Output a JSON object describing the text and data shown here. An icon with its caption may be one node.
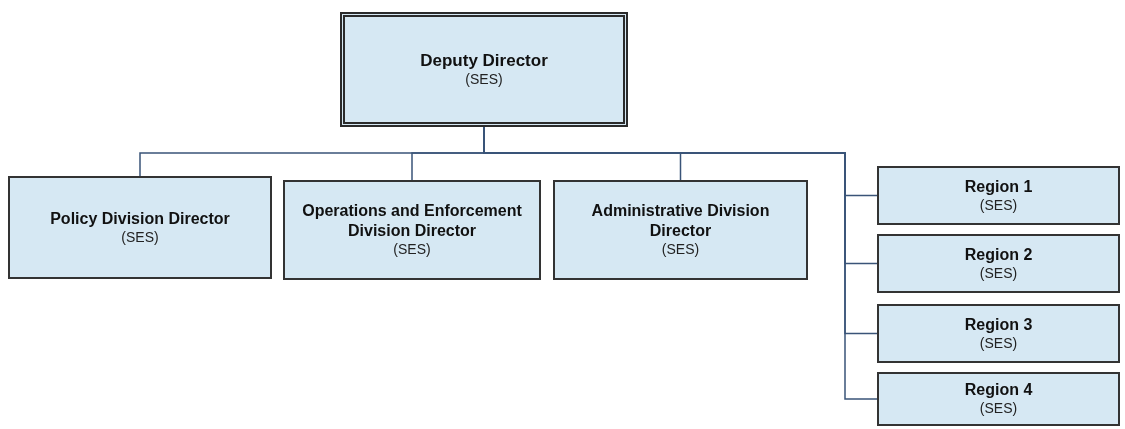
{
  "diagram": {
    "nodes": [
      {
        "text": [
          "Deputy Director",
          "(SES)"
        ]
      },
      {
        "text": [
          "Policy Division Director",
          "(SES)"
        ]
      },
      {
        "text": [
          "Operations and Enforcement Division Director",
          "(SES)"
        ]
      },
      {
        "text": [
          "Administrative Division Director",
          "(SES)"
        ]
      },
      {
        "text": [
          "Region 1",
          "(SES)"
        ]
      },
      {
        "text": [
          "Region 2",
          "(SES)"
        ]
      },
      {
        "text": [
          "Region 3",
          "(SES)"
        ]
      },
      {
        "text": [
          "Region 4",
          "(SES)"
        ]
      }
    ],
    "edges": [
      {
        "from": 0,
        "to": 1,
        "arrow": "none"
      },
      {
        "from": 0,
        "to": 2,
        "arrow": "none"
      },
      {
        "from": 0,
        "to": 3,
        "arrow": "none"
      },
      {
        "from": 0,
        "to": 4,
        "arrow": "none"
      },
      {
        "from": 0,
        "to": 5,
        "arrow": "none"
      },
      {
        "from": 0,
        "to": 6,
        "arrow": "none"
      },
      {
        "from": 0,
        "to": 7,
        "arrow": "none"
      }
    ]
  }
}
